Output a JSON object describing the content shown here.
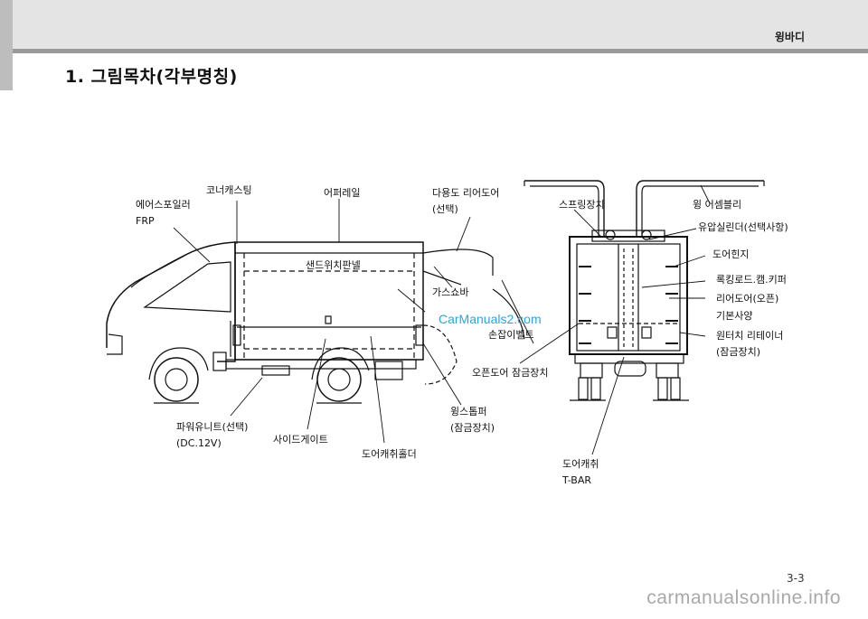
{
  "header": {
    "title": "윙바디"
  },
  "section": {
    "title": "1. 그림목차(각부명칭)"
  },
  "labels": {
    "aero_foil": "에어스포일러",
    "frp": "FRP",
    "corner_casting": "코너캐스팅",
    "upper_rail": "어퍼레일",
    "rear_door_option": "다용도 리어도어",
    "rear_door_option_sub": "(선택)",
    "spring_device": "스프링장치",
    "wing_assembly": "윙 어셈블리",
    "hydraulic_cylinder": "유압실린더(선택사항)",
    "sandwich_panel": "샌드위치판넬",
    "gas_shock": "가스쇼바",
    "door_hinge": "도어힌지",
    "locking_rod": "록킹로드.캠.키퍼",
    "rear_door_open": "리어도어(오픈)",
    "basic_spec": "기본사양",
    "handle_belt": "손잡이벨트",
    "one_touch_retainer": "원터치 리테이너",
    "one_touch_retainer_sub": "(잠금장치)",
    "open_door_lock": "오픈도어 잠금장치",
    "wing_stopper": "윙스톱퍼",
    "wing_stopper_sub": "(잠금장치)",
    "power_unit": "파워유니트(선택)",
    "power_unit_sub": "(DC.12V)",
    "side_gate": "사이드게이트",
    "door_catch_holder": "도어캐취홀더",
    "door_catch": "도어캐취",
    "t_bar": "T-BAR"
  },
  "watermark": {
    "inline": "CarManuals2.com",
    "footer": "carmanualsonline.info"
  },
  "page": {
    "number": "3-3"
  }
}
